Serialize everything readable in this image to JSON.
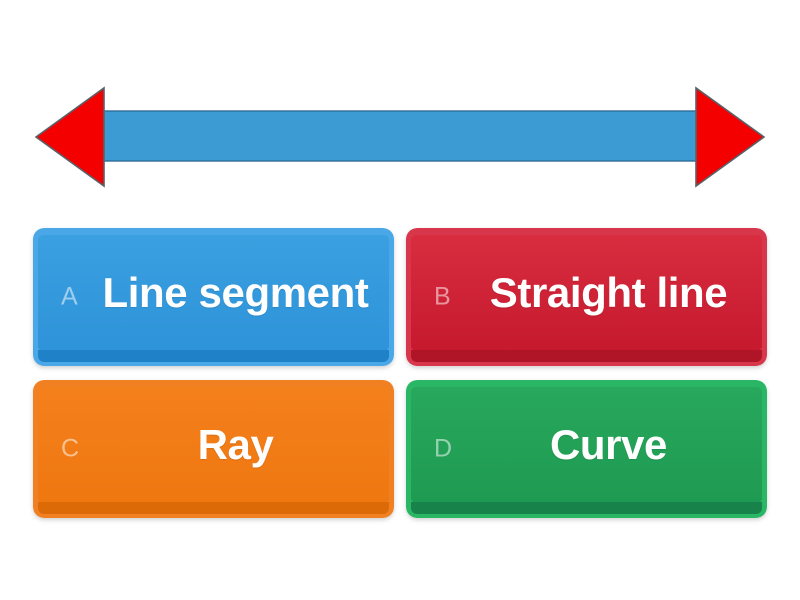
{
  "background_color": "#ffffff",
  "question_media": {
    "type": "double-headed-arrow-diagram",
    "bar_color": "#3d9bd4",
    "bar_stroke_color": "#2f6f99",
    "arrowhead_color": "#f40000",
    "arrowhead_stroke_color": "#5b6068",
    "alt_text": "A straight blue bar with red arrowheads pointing outward at both ends"
  },
  "answers": [
    {
      "letter": "A",
      "label": "Line segment",
      "color": "#2e93d9",
      "color_name": "blue"
    },
    {
      "letter": "B",
      "label": "Straight line",
      "color": "#c6192e",
      "color_name": "red"
    },
    {
      "letter": "C",
      "label": "Ray",
      "color": "#ef7710",
      "color_name": "orange"
    },
    {
      "letter": "D",
      "label": "Curve",
      "color": "#1f9a52",
      "color_name": "green"
    }
  ]
}
